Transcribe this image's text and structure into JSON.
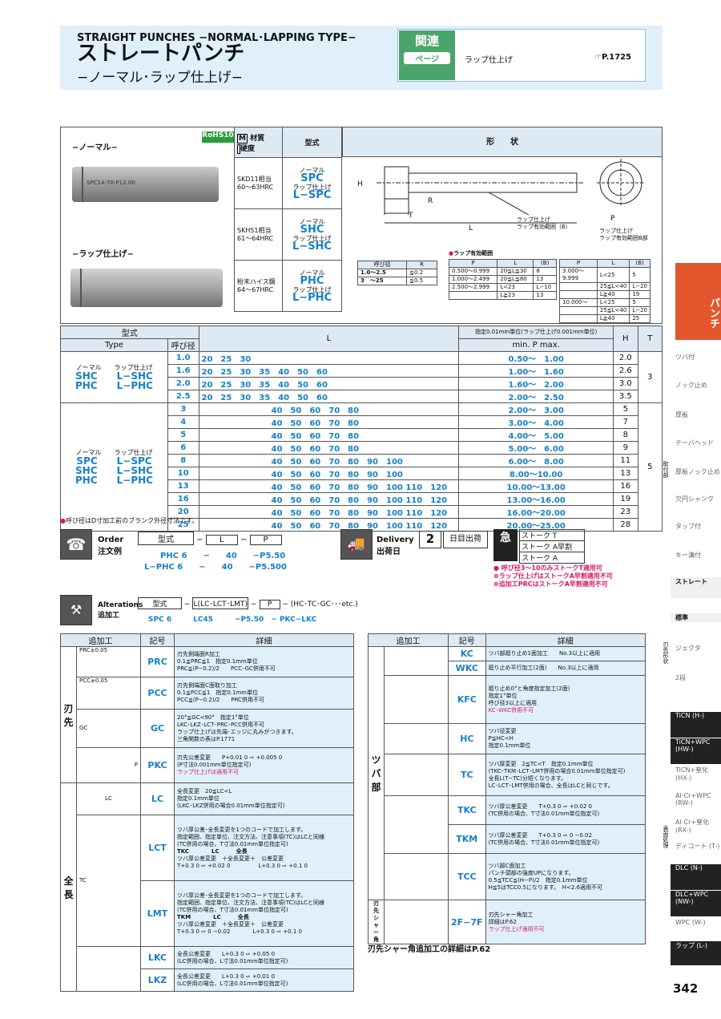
{
  "header": {
    "en_title": "STRAIGHT PUNCHES −NORMAL･LAPPING TYPE−",
    "jp_title": "ストレートパンチ",
    "jp_subtitle": "−ノーマル･ラップ仕上げ−",
    "related_tag": "関連",
    "related_page": "ページ",
    "related_item": "ラップ仕上げ",
    "related_ref": "P.1725"
  },
  "product": {
    "normal_label": "−ノーマル−",
    "lap_label": "−ラップ仕上げ−",
    "rohs": "RoHS10",
    "mat_m": "M",
    "mat_label": "材質",
    "mat_h": "H",
    "hard_label": "硬度",
    "type_label": "型式",
    "shape_label": "形　　状",
    "pin_text": "SPC14-70-P12.00",
    "rows": [
      {
        "mat": "SKD11相当",
        "hard": "60〜63HRC",
        "t1": "ノーマル",
        "c1": "SPC",
        "t2": "ラップ仕上げ",
        "c2": "L−SPC"
      },
      {
        "mat": "SKH51相当",
        "hard": "61〜64HRC",
        "t1": "ノーマル",
        "c1": "SHC",
        "t2": "ラップ仕上げ",
        "c2": "L−SHC"
      },
      {
        "mat": "粉末ハイス鋼",
        "hard": "64〜67HRC",
        "t1": "ノーマル",
        "c1": "PHC",
        "t2": "ラップ仕上げ",
        "c2": "L−PHC"
      }
    ]
  },
  "drawing": {
    "labels": [
      "H",
      "R",
      "T",
      "L",
      "P",
      "ラップ仕上げ",
      "ラップ有効範囲（B）",
      "ラップ仕上げ",
      "ラップ有効範囲B部"
    ],
    "lap_range_title": "ラップ有効範囲",
    "r_table": {
      "head": [
        "呼び径",
        "R"
      ],
      "rows": [
        [
          "1.0〜2.5",
          "≦0.2"
        ],
        [
          "3　〜25",
          "≦0.5"
        ]
      ]
    },
    "b_table1": {
      "head": [
        "P",
        "L",
        "(B)"
      ],
      "rows": [
        [
          "0.500〜0.999",
          "20≦L≦30",
          "8"
        ],
        [
          "1.000〜2.499",
          "20≦L≦80",
          "13"
        ],
        [
          "2.500〜2.999",
          "L<23",
          "L−10"
        ],
        [
          "",
          "L≧23",
          "13"
        ]
      ]
    },
    "b_table2": {
      "head": [
        "P",
        "L",
        "(B)"
      ],
      "rows": [
        [
          "3.000〜9.999",
          "L<25",
          "5"
        ],
        [
          "",
          "25≦L<40",
          "L−20"
        ],
        [
          "",
          "L≧40",
          "19"
        ],
        [
          "10.000〜",
          "L<25",
          "5"
        ],
        [
          "",
          "25≦L<40",
          "L−20"
        ],
        [
          "",
          "L≧40",
          "25"
        ]
      ]
    }
  },
  "main_table": {
    "h_type": "型式",
    "h_type_en": "Type",
    "h_dia": "呼び径",
    "h_L": "L",
    "h_P": "指定0.01mm単位(ラップ仕上げ0.001mm単位)",
    "h_P2": "min. P max.",
    "h_H": "H",
    "h_T": "T",
    "group1": {
      "t": "ノーマル　　ラップ仕上げ",
      "codes": [
        "SHC　　L−SHC",
        "PHC　　L−PHC"
      ],
      "T": "3"
    },
    "group2": {
      "t": "ノーマル　　ラップ仕上げ",
      "codes": [
        "SPC　　L−SPC",
        "SHC　　L−SHC",
        "PHC　　L−PHC"
      ],
      "T": "5"
    },
    "rows": [
      {
        "d": "1.0",
        "L": "20　25　30",
        "P": "0.50〜　1.00",
        "H": "2.0"
      },
      {
        "d": "1.6",
        "L": "20　25　30　35　40　50　60",
        "P": "1.00〜　1.60",
        "H": "2.6"
      },
      {
        "d": "2.0",
        "L": "20　25　30　35　40　50　60",
        "P": "1.60〜　2.00",
        "H": "3.0"
      },
      {
        "d": "2.5",
        "L": "20　25　30　35　40　50　60",
        "P": "2.00〜　2.50",
        "H": "3.5"
      },
      {
        "d": "3",
        "L": "40　50　60　70　80",
        "P": "2.00〜　3.00",
        "H": "5"
      },
      {
        "d": "4",
        "L": "40　50　60　70　80",
        "P": "3.00〜　4.00",
        "H": "7"
      },
      {
        "d": "5",
        "L": "40　50　60　70　80",
        "P": "4.00〜　5.00",
        "H": "8"
      },
      {
        "d": "6",
        "L": "40　50　60　70　80",
        "P": "5.00〜　6.00",
        "H": "9"
      },
      {
        "d": "8",
        "L": "40　50　60　70　80　90　100",
        "P": "6.00〜　8.00",
        "H": "11"
      },
      {
        "d": "10",
        "L": "40　50　60　70　80　90　100",
        "P": "8.00〜10.00",
        "H": "13"
      },
      {
        "d": "13",
        "L": "40　50　60　70　80　90　100 110　120",
        "P": "10.00〜13.00",
        "H": "16"
      },
      {
        "d": "16",
        "L": "40　50　60　70　80　90　100 110　120",
        "P": "13.00〜16.00",
        "H": "19"
      },
      {
        "d": "20",
        "L": "40　50　60　70　80　90　100 110　120",
        "P": "16.00〜20.00",
        "H": "23"
      },
      {
        "d": "25",
        "L": "40　50　60　70　80　90　100 110　120",
        "P": "20.00〜25.00",
        "H": "28"
      }
    ],
    "note": "呼び径はD寸加工前のブランク外径寸法です。"
  },
  "order": {
    "title_en": "Order",
    "title_jp": "注文例",
    "h1": "型式",
    "h2": "L",
    "h3": "P",
    "ex1": "PHC 6　　−　　40　　−P5.50",
    "ex2": "L−PHC 6　　−　　40　　−P5.500"
  },
  "delivery": {
    "title_en": "Delivery",
    "title_jp": "出荷日",
    "days": "2",
    "days_label": "日目出荷",
    "urgent": "急",
    "st1": "ストーク T",
    "st2": "ストーク A早割",
    "st3": "ストーク A",
    "n1": "呼び径3〜10のみストークT適用可",
    "n2": "ラップ仕上げはストークA早割適用不可",
    "n3": "追加工PRCはストークA早割適用不可"
  },
  "alterations": {
    "en": "Alterations",
    "jp": "追加工",
    "f1": "型式",
    "f2": "L(LC･LCT･LMT)",
    "f3": "P",
    "f4": "(HC･TC･GC･･･etc.)",
    "ex": "SPC 6　　　LC45　　　−P5.50　− PKC−LKC"
  },
  "alt_left": {
    "h": [
      "追加工",
      "記号",
      "詳細"
    ],
    "g1": "刃先",
    "g2": "全長",
    "rows": [
      {
        "code": "PRC",
        "fig": "PRC±0.05",
        "lines": [
          "刃先側端面R加工",
          "0.1≦PRC≦1　指定0.1mm単位",
          "PRC≦(P−0.2)/2　　PCC･GC併用不可"
        ]
      },
      {
        "code": "PCC",
        "fig": "PCC±0.05",
        "lines": [
          "刃先側端面C面取り加工",
          "0.1≦PCC≦1　指定0.1mm単位",
          "PCC≦(P−0.2)/2　　PRC併用不可"
        ]
      },
      {
        "code": "GC",
        "fig": "GC",
        "lines": [
          "20°≦GC<90°　指定1°単位",
          "LKC･LKZ･LCT･PRC･PCC併用不可",
          "ラップ仕上げは先端･エッジに丸みがつきます。",
          "三角関数の表はP.1771"
        ]
      },
      {
        "code": "PKC",
        "fig": "P",
        "lines": [
          "刃先公差変更　　P+0.01 0 ⇨ +0.005 0",
          "(P寸法0.001mm単位指定可)",
          "ラップ仕上げは適用不可"
        ]
      },
      {
        "code": "LC",
        "fig": "LC",
        "lines": [
          "全長変更　20≦LC<L",
          "指定0.1mm単位",
          "(LKC･LKZ併用の場合0.01mm単位指定可)"
        ]
      },
      {
        "code": "LCT",
        "fig": "TC",
        "lines": [
          "ツバ厚公差･全長変更を1つのコードで加工します。",
          "指定範囲、指定単位、注文方法、注意事項(TC)はLCと同様",
          "(TC併用の場合、T寸法0.01mm単位指定可)",
          "TKC　　　　LC　　　全長",
          "ツバ厚公差変更　＋全長変更＋　公差変更",
          "T+0.3 0 ⇨ +0.02 0　　　　　L+0.3 0 ⇨ +0.1 0"
        ]
      },
      {
        "code": "LMT",
        "fig": "",
        "lines": [
          "ツバ厚公差･全長変更を1つのコードで加工します。",
          "指定範囲、指定単位、注文方法、注意事項(TC)はLCと同様",
          "(TC併用の場合、T寸法0.01mm単位指定可)",
          "TKM　　　　LC　　　全長",
          "ツバ厚公差変更　＋全長変更＋　公差変更",
          "T+0.3 0 ⇨ 0 −0.02　　　　L+0.3 0 ⇨ +0.1 0"
        ]
      },
      {
        "code": "LKC",
        "fig": "",
        "lines": [
          "全長公差変更　　L+0.3 0 ⇨ +0.05 0",
          "(LC併用の場合、L寸法0.01mm単位指定可)"
        ]
      },
      {
        "code": "LKZ",
        "fig": "",
        "lines": [
          "全長公差変更　　L+0.3 0 ⇨ +0.01 0",
          "(LC併用の場合、L寸法0.01mm単位指定可)"
        ]
      }
    ]
  },
  "alt_right": {
    "h": [
      "追加工",
      "記号",
      "詳細"
    ],
    "g1": "ツバ部",
    "g2": "刃先シャー角",
    "rows": [
      {
        "code": "KC",
        "lines": [
          "ツバ部廻り止め1面加工　　No.3以上に適用"
        ]
      },
      {
        "code": "WKC",
        "lines": [
          "廻り止め平行加工(2面)　　No.3以上に適用"
        ]
      },
      {
        "code": "KFC",
        "lines": [
          "廻り止め0°と角度指定加工(2面)",
          "指定1°単位",
          "呼び径3以上に適用",
          "KC･WKC併用不可"
        ]
      },
      {
        "code": "HC",
        "lines": [
          "ツバ径変更",
          "P≦HC<H",
          "指定0.1mm単位"
        ]
      },
      {
        "code": "TC",
        "lines": [
          "ツバ厚変更　2≦TC<T　指定0.1mm単位",
          "(TKC･TKM･LCT･LMT併用の場合0.01mm単位指定可)",
          "全長L(T−TC)分短くなります。",
          "LC･LCT･LMT併用の場合、全長はLCと同じです。"
        ]
      },
      {
        "code": "TKC",
        "lines": [
          "ツバ厚公差変更　　T+0.3 0 ⇨ +0.02 0",
          "(TC併用の場合、T寸法0.01mm単位指定可)"
        ]
      },
      {
        "code": "TKM",
        "lines": [
          "ツバ厚公差変更　　T+0.3 0 ⇨ 0 −0.02",
          "(TC併用の場合、T寸法0.01mm単位指定可)"
        ]
      },
      {
        "code": "TCC",
        "lines": [
          "ツバ部C面加工",
          "パンチ頭部の強度UPになります。",
          "0.5≦TCC≦(H−P)/2　指定0.1mm単位",
          "H≦5はTCC0.5になります。　H<2.6適用不可"
        ]
      },
      {
        "code": "2F−7F",
        "lines": [
          "刃先シャー角加工",
          "詳細はP.62",
          "ラップ仕上げ適用不可"
        ]
      }
    ],
    "footnote": "刃先シャー角追加工の詳細はP.62"
  },
  "sidebar": {
    "tab": "パンチ",
    "items": [
      "ツバ付",
      "ノック止め",
      "厚板",
      "テーパヘッド",
      "厚板ノック止め",
      "欠円シャンク",
      "タップ付",
      "キー溝付",
      "ストレート"
    ],
    "section1": "取付部",
    "items2": [
      "標準",
      "ジェクタ",
      "2段"
    ],
    "section2": "刃先形状",
    "items3": [
      "TiCN (H-)",
      "TiCN+WPC (HW-)",
      "TiCN+窒化 (HX-)",
      "Al-Cr+WPC (RW-)",
      "Al-Cr+窒化 (RX-)",
      "ディコート (T-)",
      "DLC (N-)",
      "DLC+WPC (NW-)",
      "WPC (W-)",
      "ラップ (L-)"
    ],
    "section3": "表面処理"
  },
  "page": "342"
}
